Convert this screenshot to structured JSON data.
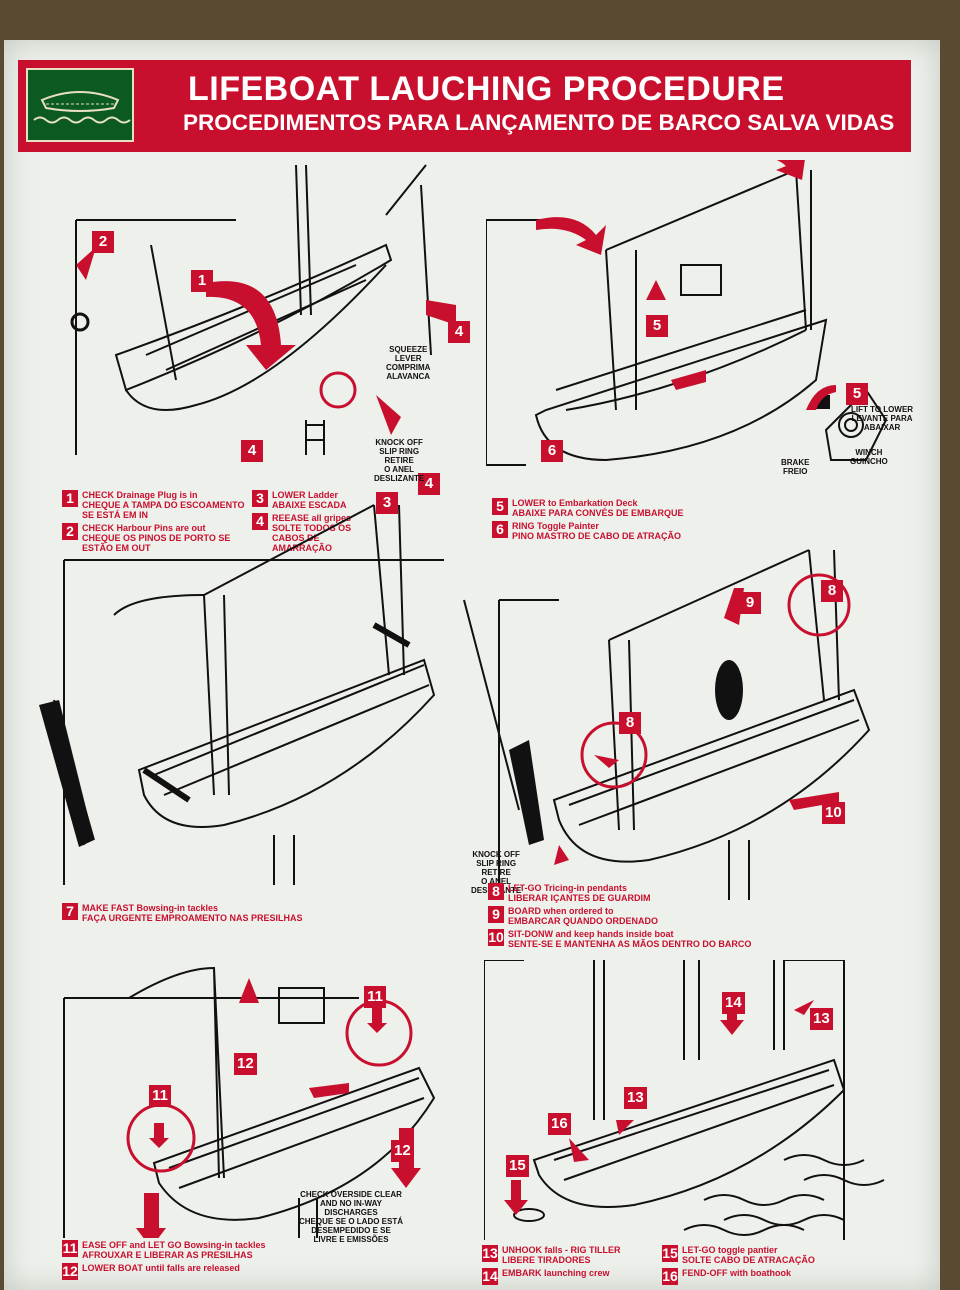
{
  "header": {
    "title_en": "LIFEBOAT LAUCHING PROCEDURE",
    "title_pt": "PROCEDIMENTOS PARA LANÇAMENTO DE BARCO SALVA VIDAS",
    "logo_icon": "lifeboat-icon"
  },
  "colors": {
    "accent": "#c8102e",
    "logo_bg": "#0b5a22",
    "paper": "#eef0ec"
  },
  "callouts": {
    "squeeze": [
      "SQUEEZE",
      "LEVER",
      "COMPRIMA",
      "ALAVANCA"
    ],
    "knockoff1": [
      "KNOCK OFF",
      "SLIP RING",
      "RETIRE",
      "O ANEL",
      "DESLIZANTE"
    ],
    "lift": [
      "LIFT TO LOWER",
      "LEVANTE PARA",
      "ABAIXAR"
    ],
    "brake": [
      "BRAKE",
      "FREIO"
    ],
    "winch": [
      "WINCH",
      "GUINCHO"
    ],
    "knockoff2": [
      "KNOCK OFF",
      "SLIP RING",
      "RETIRE",
      "O ANEL",
      "DESLIZANTE"
    ],
    "overside": [
      "CHECK OVERSIDE CLEAR",
      "AND NO IN-WAY",
      "DISCHARGES",
      "CHEQUE  SE O LADO ESTÁ",
      "DESEMPEDIDO E SE",
      "LIVRE E EMISSÕES"
    ]
  },
  "tags": {
    "p1": [
      "2",
      "1",
      "4",
      "4",
      "4",
      "3"
    ],
    "p2": [
      "5",
      "5",
      "6"
    ],
    "p4": [
      "9",
      "8",
      "8",
      "10"
    ],
    "p5": [
      "11",
      "12",
      "11",
      "12"
    ],
    "p6": [
      "14",
      "13",
      "13",
      "16",
      "15"
    ]
  },
  "steps": [
    {
      "num": "1",
      "en": "CHECK Drainage Plug is in",
      "pt": "CHEQUE A TAMPA DO ESCOAMENTO SE ESTÁ EM IN"
    },
    {
      "num": "2",
      "en": "CHECK Harbour Pins are out",
      "pt": "CHEQUE OS PINOS DE PORTO SE ESTÃO EM OUT"
    },
    {
      "num": "3",
      "en": "LOWER Ladder",
      "pt": "ABAIXE ESCADA"
    },
    {
      "num": "4",
      "en": "REEASE all gripes",
      "pt": "SOLTE TODOS OS CABOS DE AMARRAÇÃO"
    },
    {
      "num": "5",
      "en": "LOWER to Embarkation Deck",
      "pt": "ABAIXE PARA CONVÉS DE EMBARQUE"
    },
    {
      "num": "6",
      "en": "RING Toggle Painter",
      "pt": "PINO MASTRO DE CABO DE ATRAÇÃO"
    },
    {
      "num": "7",
      "en": "MAKE FAST Bowsing-in tackles",
      "pt": "FAÇA URGENTE EMPROAMENTO NAS PRESILHAS"
    },
    {
      "num": "8",
      "en": "LET-GO Tricing-in pendants",
      "pt": "LIBERAR IÇANTES DE GUARDIM"
    },
    {
      "num": "9",
      "en": "BOARD when ordered to",
      "pt": "EMBARCAR QUANDO ORDENADO"
    },
    {
      "num": "10",
      "en": "SIT-DONW and keep hands inside boat",
      "pt": "SENTE-SE E MANTENHA AS MÃOS DENTRO DO BARCO"
    },
    {
      "num": "11",
      "en": "EASE OFF and LET GO Bowsing-in tackles",
      "pt": "AFROUXAR E LIBERAR AS PRESILHAS"
    },
    {
      "num": "12",
      "en": "LOWER BOAT until falls are released",
      "pt": ""
    },
    {
      "num": "13",
      "en": "UNHOOK falls - RIG TILLER",
      "pt": "LIBERE TIRADORES"
    },
    {
      "num": "14",
      "en": "EMBARK launching crew",
      "pt": ""
    },
    {
      "num": "15",
      "en": "LET-GO toggle pantier",
      "pt": "SOLTE CABO DE ATRACAÇÃO"
    },
    {
      "num": "16",
      "en": "FEND-OFF with boathook",
      "pt": ""
    }
  ]
}
